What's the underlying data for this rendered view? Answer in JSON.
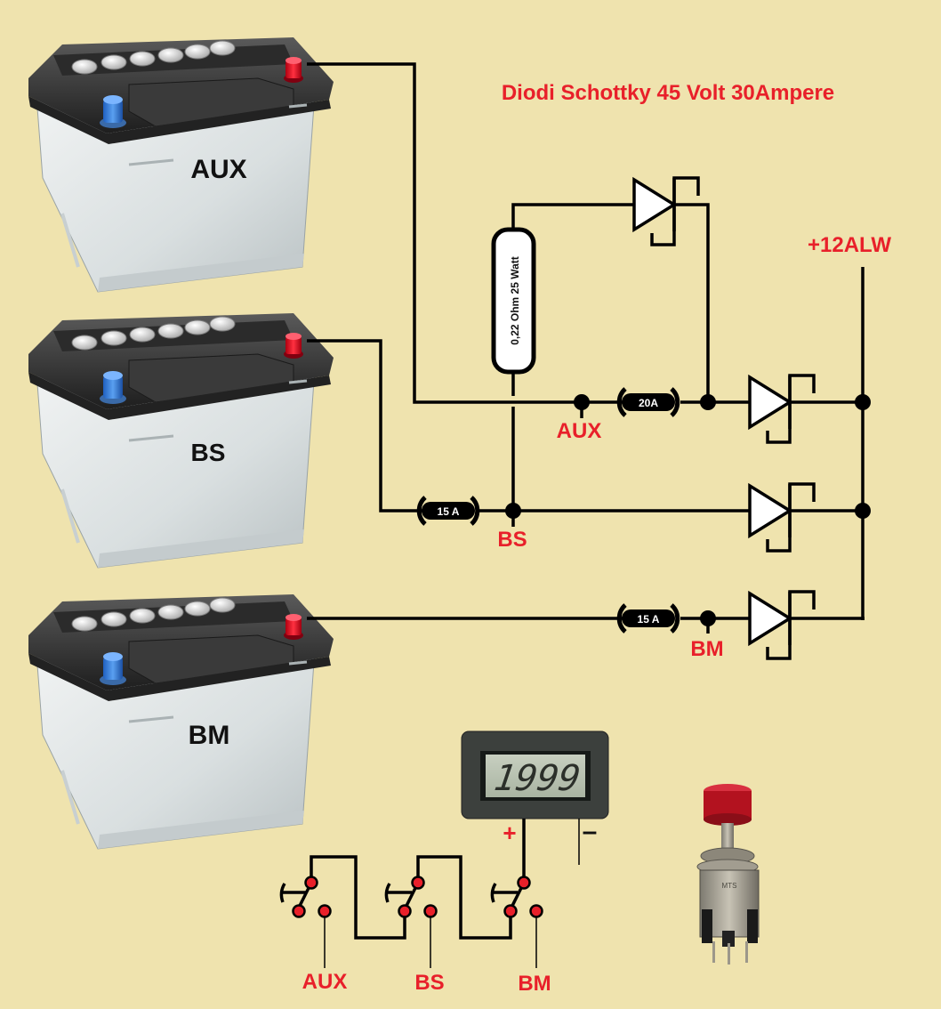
{
  "title": "Diodi Schottky 45 Volt 30Ampere",
  "output_label": "+12ALW",
  "colors": {
    "background": "#efe3ae",
    "label_red": "#e8202a",
    "wire": "#000000"
  },
  "batteries": [
    {
      "label": "AUX"
    },
    {
      "label": "BS"
    },
    {
      "label": "BM"
    }
  ],
  "resistor": {
    "label": "0,22 Ohm 25 Watt"
  },
  "fuses": [
    {
      "id": "aux",
      "label": "20A"
    },
    {
      "id": "bs",
      "label": "15 A"
    },
    {
      "id": "bm",
      "label": "15 A"
    }
  ],
  "nodes": {
    "aux": "AUX",
    "bs": "BS",
    "bm": "BM"
  },
  "diodes": [
    {
      "id": "bypass",
      "type": "schottky"
    },
    {
      "id": "aux",
      "type": "schottky"
    },
    {
      "id": "bs",
      "type": "schottky"
    },
    {
      "id": "bm",
      "type": "schottky"
    }
  ],
  "voltmeter": {
    "display": "1999",
    "plus_label": "+",
    "minus_label": "–"
  },
  "selector_switches": [
    {
      "label": "AUX"
    },
    {
      "label": "BS"
    },
    {
      "label": "BM"
    }
  ],
  "push_button": {
    "icon": "push-button-switch-photo"
  }
}
